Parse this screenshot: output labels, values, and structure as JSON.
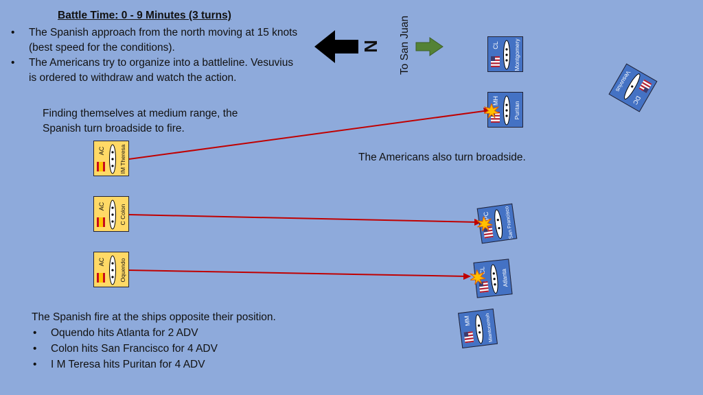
{
  "title": "Battle Time: 0 - 9 Minutes (3 turns)",
  "intro_bullets": [
    "The Spanish approach from the north moving at 15 knots (best speed for the conditions).",
    "The Americans try to organize into a battleline. Vesuvius is ordered to withdraw and watch the action."
  ],
  "spanish_note": "Finding themselves at medium range, the Spanish turn broadside to fire.",
  "american_note": "The Americans also turn broadside.",
  "north_label": "N",
  "direction_label": "To San Juan",
  "colors": {
    "background": "#8eaadb",
    "spanish_counter": "#ffd966",
    "american_counter": "#4472c4",
    "fire_line": "#c00000",
    "north_arrow": "#000000",
    "san_juan_arrow": "#548235"
  },
  "spanish_ships": [
    {
      "type": "AC",
      "name": "IM Theresa"
    },
    {
      "type": "AC",
      "name": "C Colon"
    },
    {
      "type": "AC",
      "name": "Oquendo"
    }
  ],
  "american_ships": [
    {
      "type": "CL",
      "name": "Montgomery"
    },
    {
      "type": "MH",
      "name": "Puritan"
    },
    {
      "type": "DC",
      "name": "Vesuvius"
    },
    {
      "type": "PC",
      "name": "San Francisco"
    },
    {
      "type": "CL",
      "name": "Atlanta"
    },
    {
      "type": "MM",
      "name": "Miantonomoh"
    }
  ],
  "results_intro": "The Spanish fire at the ships opposite their position.",
  "results": [
    "Oquendo hits Atlanta for 2 ADV",
    "Colon hits San Francisco for 4 ADV",
    "I M Teresa hits Puritan for 4 ADV"
  ]
}
